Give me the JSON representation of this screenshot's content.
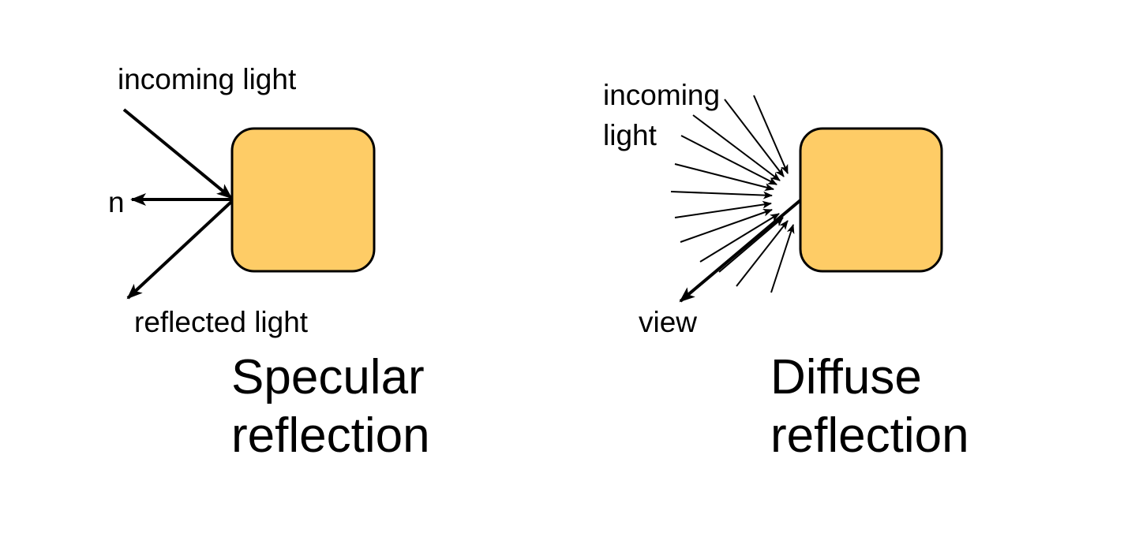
{
  "colors": {
    "block_fill": "#FECC66",
    "stroke": "#000000",
    "background": "#FFFFFF"
  },
  "specular": {
    "incoming_label": "incoming light",
    "normal_label": "n",
    "reflected_label": "reflected light",
    "caption_line1": "Specular",
    "caption_line2": "reflection"
  },
  "diffuse": {
    "incoming_label_line1": "incoming",
    "incoming_label_line2": "light",
    "view_label": "view",
    "caption_line1": "Diffuse",
    "caption_line2": "reflection"
  }
}
